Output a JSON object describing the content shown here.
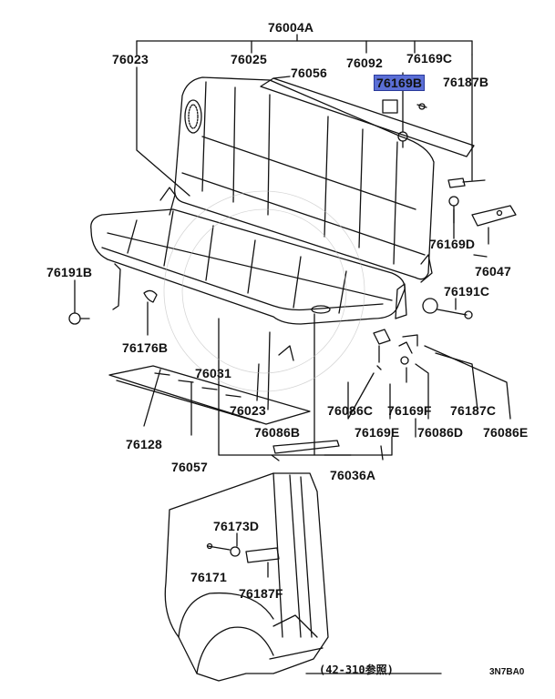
{
  "diagram": {
    "parts": {
      "p76004A": "76004A",
      "p76023_top": "76023",
      "p76025": "76025",
      "p76056": "76056",
      "p76092": "76092",
      "p76169C": "76169C",
      "p76169B": "76169B",
      "p76187B": "76187B",
      "p76169D": "76169D",
      "p76047": "76047",
      "p76191B": "76191B",
      "p76191C": "76191C",
      "p76176B": "76176B",
      "p76031": "76031",
      "p76023_mid": "76023",
      "p76086B": "76086B",
      "p76128": "76128",
      "p76057": "76057",
      "p76086C": "76086C",
      "p76169F": "76169F",
      "p76187C": "76187C",
      "p76169E": "76169E",
      "p76086D": "76086D",
      "p76086E": "76086E",
      "p76036A": "76036A",
      "p76173D": "76173D",
      "p76171": "76171",
      "p76187F": "76187F"
    },
    "reference_note": "(42-310参照)",
    "figure_code": "3N7BA0",
    "highlighted_part": "76169B",
    "highlight_color": "#5b6fd6"
  }
}
